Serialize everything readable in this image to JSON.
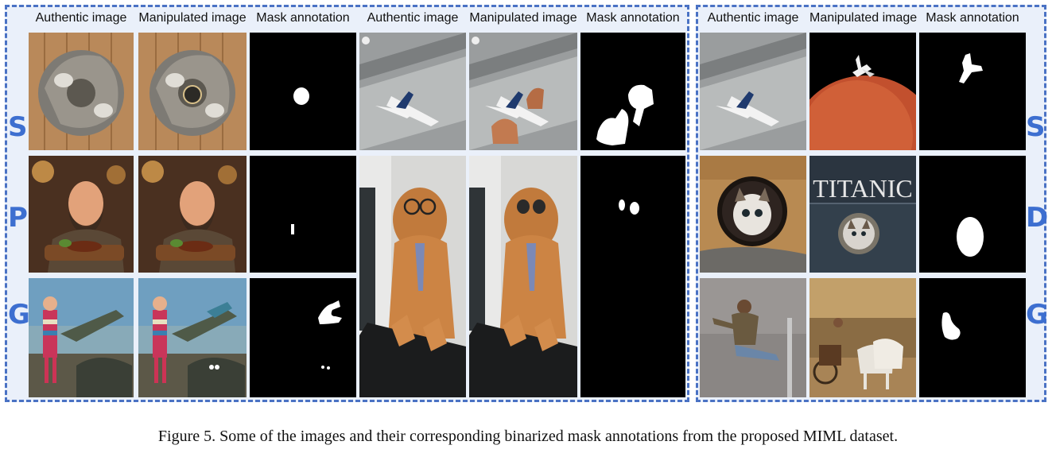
{
  "headers": {
    "left": [
      "Authentic image",
      "Manipulated image",
      "Mask annotation",
      "Authentic image",
      "Manipulated image",
      "Mask annotation"
    ],
    "right": [
      "Authentic image",
      "Manipulated image",
      "Mask annotation"
    ]
  },
  "row_labels": {
    "left": [
      "S",
      "P",
      "G"
    ],
    "right": [
      "S",
      "D",
      "G"
    ]
  },
  "images": {
    "cats": "cats-photo",
    "man": "bearded-man-steak-photo",
    "girl": "girl-crocodile-photo",
    "plane": "airplane-runway-photo",
    "dog": "dog-keyboard-photo",
    "planet": "plane-over-red-planet-photo",
    "guitar_cat": "cat-in-guitar-photo",
    "titanic": "titanic-porthole-cat-photo",
    "woman": "woman-sitting-street-photo",
    "chariot": "horse-chariot-photo"
  },
  "manipulated_overlay_text": "TITANIC",
  "caption": "Figure 5. Some of the images and their corresponding binarized mask annotations from the proposed MIML dataset.",
  "colors": {
    "panel_border": "#4a72c4",
    "label": "#3d6fd0",
    "panel_fill": "#eaf0fa"
  }
}
